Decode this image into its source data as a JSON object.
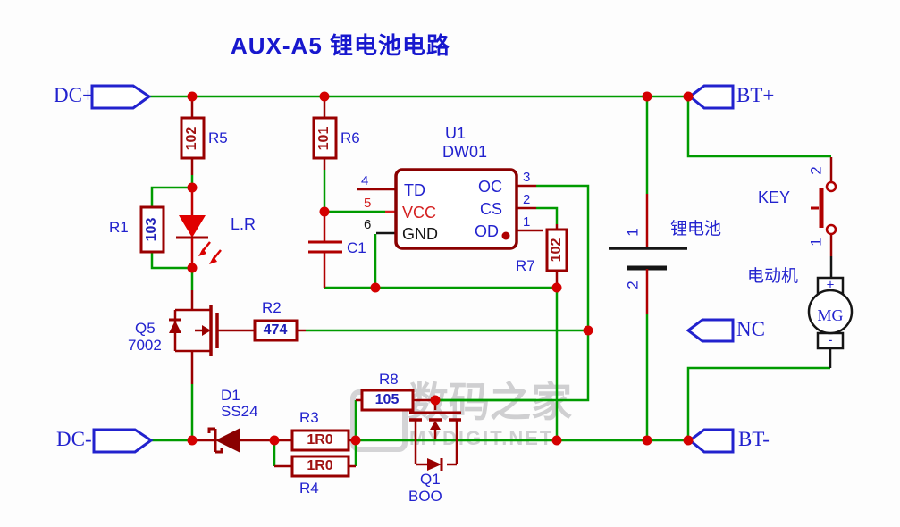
{
  "title": "AUX-A5 锂电池电路",
  "ports": {
    "dc_plus": "DC+",
    "dc_minus": "DC-",
    "bt_plus": "BT+",
    "bt_minus": "BT-",
    "nc": "NC"
  },
  "components": {
    "R5": {
      "ref": "R5",
      "value": "102"
    },
    "R6": {
      "ref": "R6",
      "value": "101"
    },
    "R1": {
      "ref": "R1",
      "value": "103"
    },
    "R2": {
      "ref": "R2",
      "value": "474"
    },
    "R3": {
      "ref": "R3",
      "value": "1R0"
    },
    "R4": {
      "ref": "R4",
      "value": "1R0"
    },
    "R7": {
      "ref": "R7",
      "value": "102"
    },
    "R8": {
      "ref": "R8",
      "value": "105"
    },
    "LED": {
      "ref": "L.R"
    },
    "Q5": {
      "ref": "Q5",
      "value": "7002"
    },
    "Q1": {
      "ref": "Q1",
      "value": "BOO"
    },
    "D1": {
      "ref": "D1",
      "value": "SS24"
    },
    "C1": {
      "ref": "C1"
    },
    "U1": {
      "ref": "U1",
      "part": "DW01",
      "pins_left": [
        {
          "num": "4",
          "name": "TD"
        },
        {
          "num": "5",
          "name": "VCC"
        },
        {
          "num": "6",
          "name": "GND"
        }
      ],
      "pins_right": [
        {
          "num": "3",
          "name": "OC"
        },
        {
          "num": "2",
          "name": "CS"
        },
        {
          "num": "1",
          "name": "OD"
        }
      ]
    },
    "battery": {
      "label": "锂电池",
      "pin1": "1",
      "pin2": "2"
    },
    "key": {
      "label": "KEY",
      "pin1": "1",
      "pin2": "2"
    },
    "motor": {
      "label": "电动机",
      "tag": "MG",
      "plus": "+",
      "minus": "-"
    }
  },
  "watermark": {
    "cn": "数码之家",
    "en": "MYDIGIT.NET"
  },
  "colors": {
    "wire_green": "#009B00",
    "component_maroon": "#990000",
    "junction_red": "#D40000",
    "label_blue": "#2222CE",
    "value_blue": "#2020B8",
    "value_maroon": "#A01212",
    "title_blue": "#1717CE",
    "black": "#151515"
  }
}
